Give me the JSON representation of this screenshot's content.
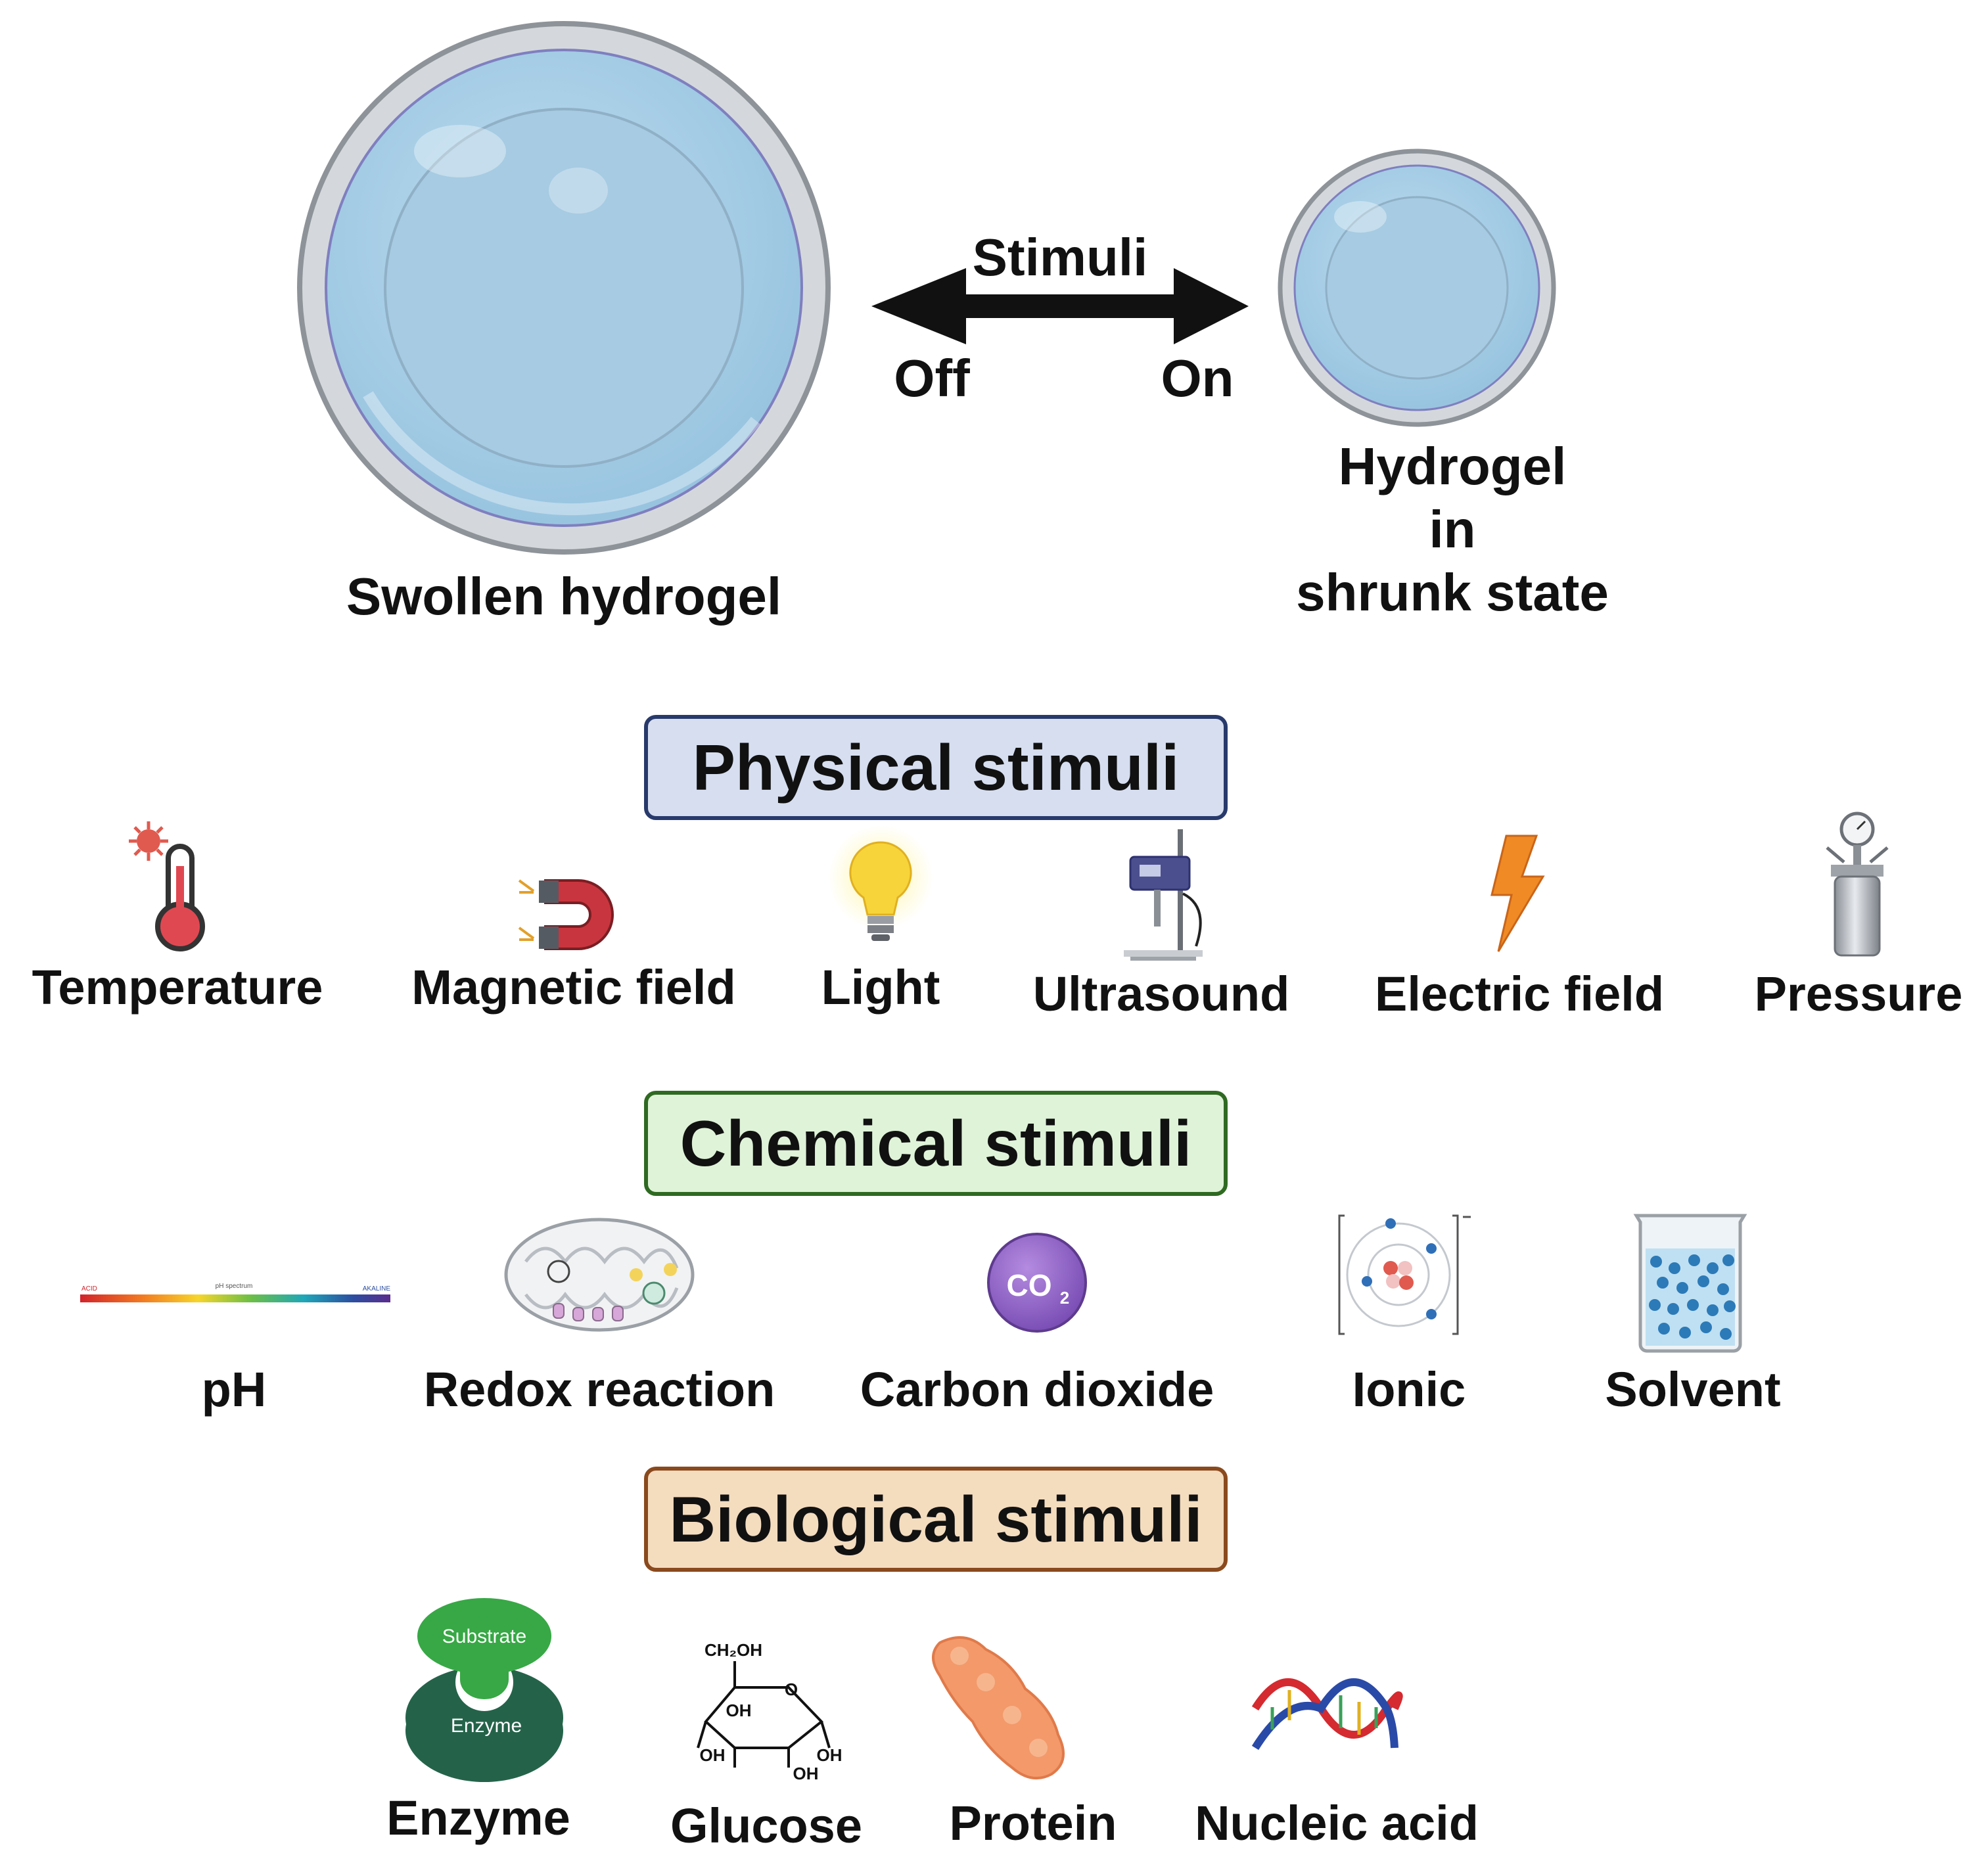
{
  "top": {
    "swollen_label": "Swollen hydrogel",
    "shrunk_label": [
      "Hydrogel",
      "in",
      "shrunk state"
    ],
    "arrow_label": "Stimuli",
    "off_label": "Off",
    "on_label": "On"
  },
  "categories": {
    "physical": {
      "title": "Physical stimuli",
      "items": [
        "Temperature",
        "Magnetic field",
        "Light",
        "Ultrasound",
        "Electric field",
        "Pressure"
      ]
    },
    "chemical": {
      "title": "Chemical stimuli",
      "items": [
        "pH",
        "Redox reaction",
        "Carbon dioxide",
        "Ionic",
        "Solvent"
      ]
    },
    "biological": {
      "title": "Biological stimuli",
      "items": [
        "Enzyme",
        "Glucose",
        "Protein",
        "Nucleic acid"
      ]
    }
  },
  "icon_text": {
    "ph_acid": "ACID",
    "ph_spectrum": "pH spectrum",
    "ph_alkaline": "AKALINE",
    "co2": "CO",
    "co2_sub": "2",
    "substrate": "Substrate",
    "enzyme": "Enzyme",
    "glucose_ch2oh": "CH₂OH",
    "glucose_o": "O",
    "glucose_oh": "OH"
  },
  "colors": {
    "physical_fill": "#d6def0",
    "chemical_fill": "#dff3d8",
    "biological_fill": "#f4dcbf",
    "hydrogel_blue": "#a9d0e8"
  }
}
